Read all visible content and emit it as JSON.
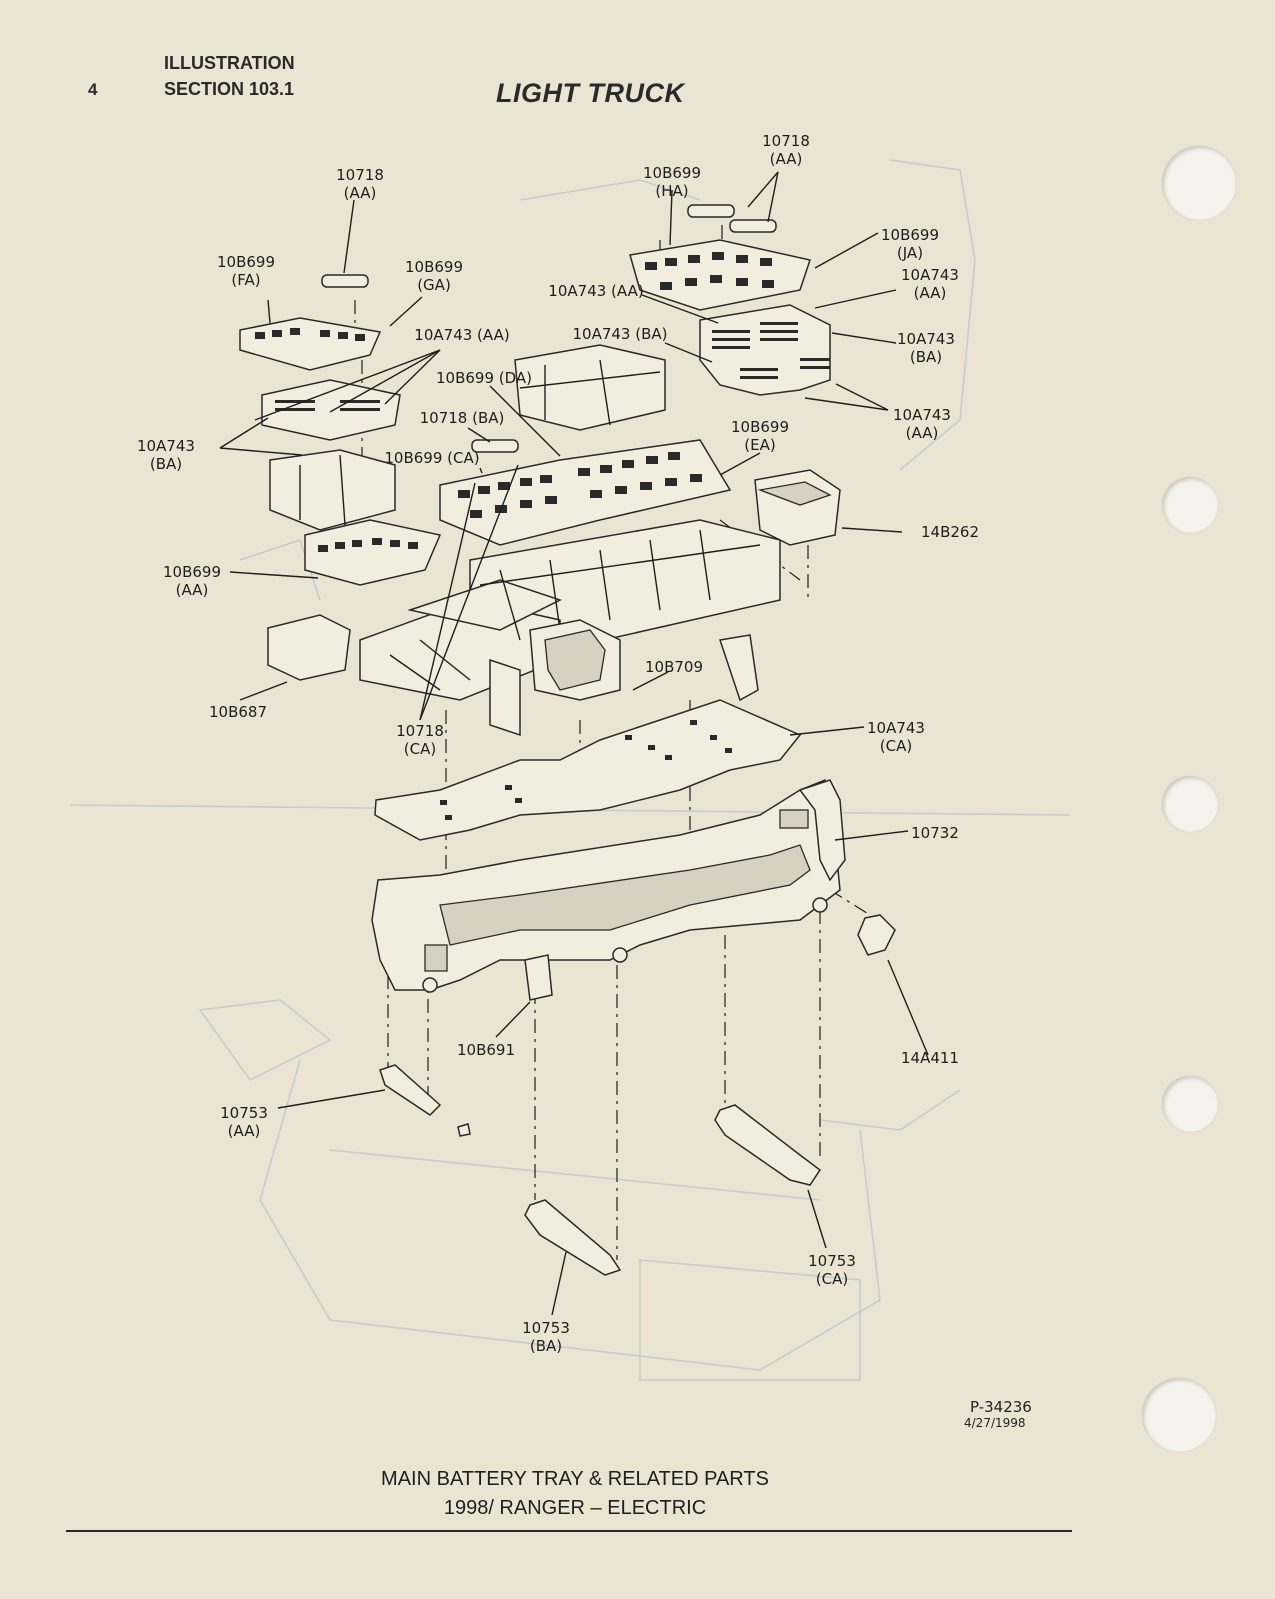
{
  "header": {
    "page_number": "4",
    "line1": "ILLUSTRATION",
    "line2": "SECTION 103.1",
    "title": "LIGHT TRUCK"
  },
  "labels": {
    "p10718_aa_top": [
      "10718",
      "(AA)"
    ],
    "p10b699_ha": [
      "10B699",
      "(HA)"
    ],
    "p10718_aa_left": [
      "10718",
      "(AA)"
    ],
    "p10b699_ja": [
      "10B699",
      "(JA)"
    ],
    "p10b699_fa": [
      "10B699",
      "(FA)"
    ],
    "p10b699_ga": [
      "10B699",
      "(GA)"
    ],
    "p10a743_aa_r1": [
      "10A743",
      "(AA)"
    ],
    "p10a743_aa_mid": [
      "10A743 (AA)"
    ],
    "p10a743_aa_left": [
      "10A743 (AA)"
    ],
    "p10a743_ba_mid": [
      "10A743 (BA)"
    ],
    "p10a743_ba_r": [
      "10A743",
      "(BA)"
    ],
    "p10b699_da": [
      "10B699 (DA)"
    ],
    "p10a743_aa_r2": [
      "10A743",
      "(AA)"
    ],
    "p10718_ba": [
      "10718 (BA)"
    ],
    "p10a743_ba_left": [
      "10A743",
      "(BA)"
    ],
    "p10b699_ea": [
      "10B699",
      "(EA)"
    ],
    "p10b699_ca": [
      "10B699 (CA)"
    ],
    "p14b262": [
      "14B262"
    ],
    "p10b699_aa": [
      "10B699",
      "(AA)"
    ],
    "p10b709": [
      "10B709"
    ],
    "p10b687": [
      "10B687"
    ],
    "p10718_ca": [
      "10718",
      "(CA)"
    ],
    "p10a743_ca": [
      "10A743",
      "(CA)"
    ],
    "p10732": [
      "10732"
    ],
    "p10b691": [
      "10B691"
    ],
    "p14a411": [
      "14A411"
    ],
    "p10753_aa": [
      "10753",
      "(AA)"
    ],
    "p10753_ca": [
      "10753",
      "(CA)"
    ],
    "p10753_ba": [
      "10753",
      "(BA)"
    ]
  },
  "reference": {
    "number": "P-34236",
    "date": "4/27/1998"
  },
  "caption": {
    "line1": "MAIN BATTERY TRAY & RELATED PARTS",
    "line2": "1998/ RANGER – ELECTRIC"
  }
}
